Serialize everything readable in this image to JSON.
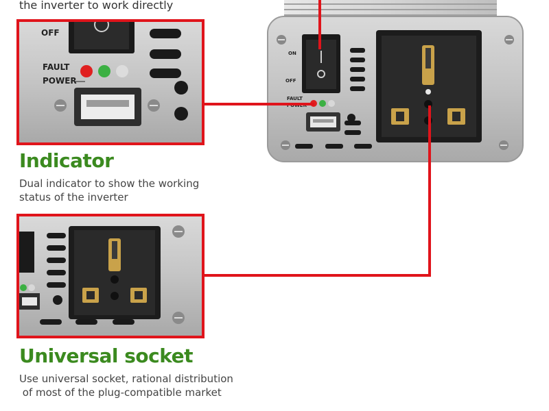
{
  "top_text": "the inverter to work directly",
  "indicator": {
    "heading": "Indicator",
    "desc_line1": "Dual indicator to show the working",
    "desc_line2": "status of the inverter"
  },
  "socket": {
    "heading": "Universal socket",
    "desc_line1": "Use universal socket, rational distribution",
    "desc_line2": " of most of the plug-compatible market"
  },
  "device_labels": {
    "on": "ON",
    "off": "OFF",
    "fault": "FAULT",
    "power": "POWER"
  },
  "colors": {
    "callout_red": "#e0141b",
    "heading_green": "#3b8a1f",
    "led_red": "#e02020",
    "led_green": "#3cb043",
    "led_off": "#d8d8d8"
  }
}
